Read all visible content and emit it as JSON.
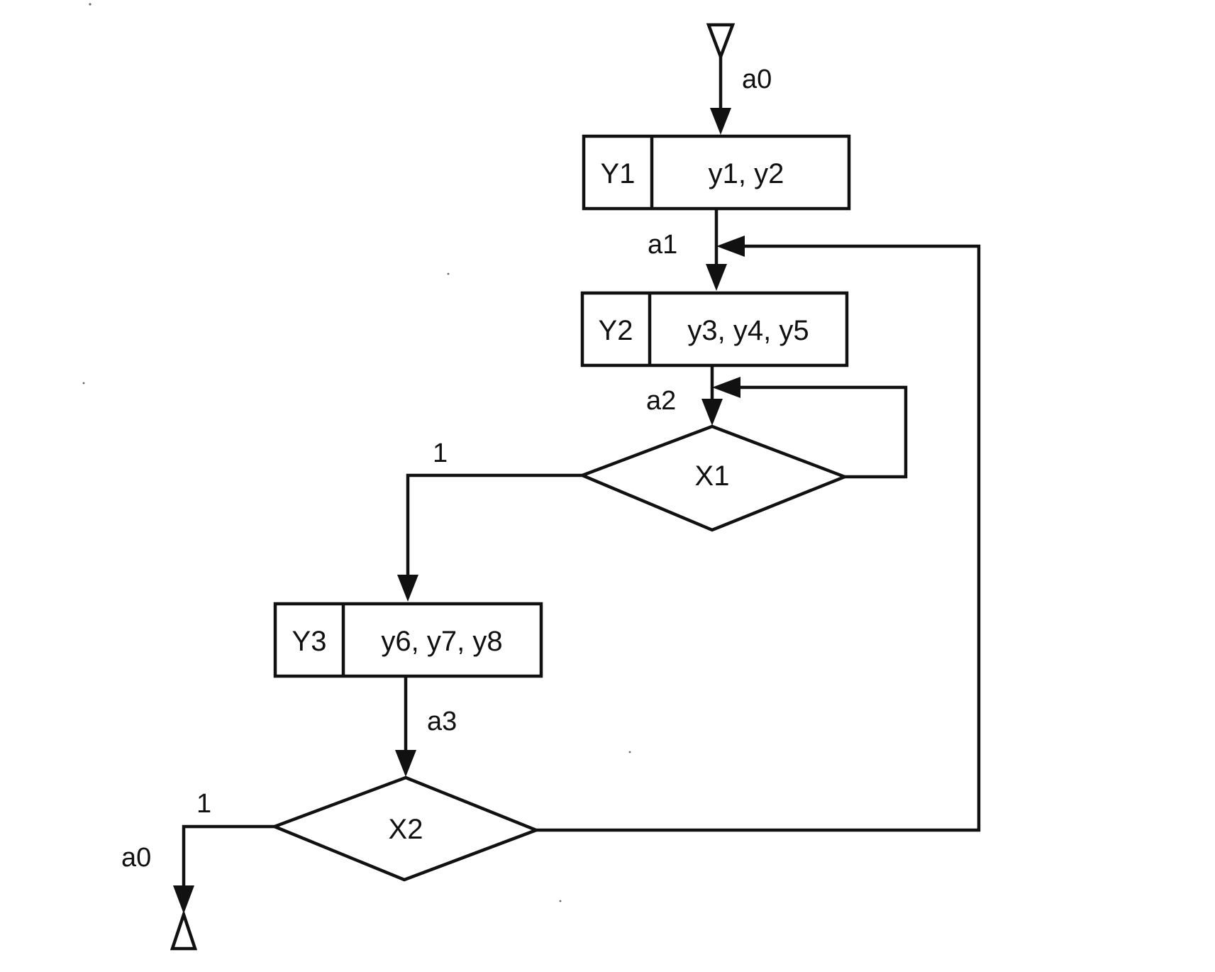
{
  "states": {
    "start": "a0",
    "a1": "a1",
    "a2": "a2",
    "a3": "a3",
    "end": "a0"
  },
  "operators": [
    {
      "id": "Y1",
      "outputs": "y1, y2"
    },
    {
      "id": "Y2",
      "outputs": "y3, y4, y5"
    },
    {
      "id": "Y3",
      "outputs": "y6, y7, y8"
    }
  ],
  "conditions": [
    {
      "id": "X1",
      "true_label": "1"
    },
    {
      "id": "X2",
      "true_label": "1"
    }
  ],
  "colors": {
    "line": "#111111",
    "background": "#ffffff"
  }
}
